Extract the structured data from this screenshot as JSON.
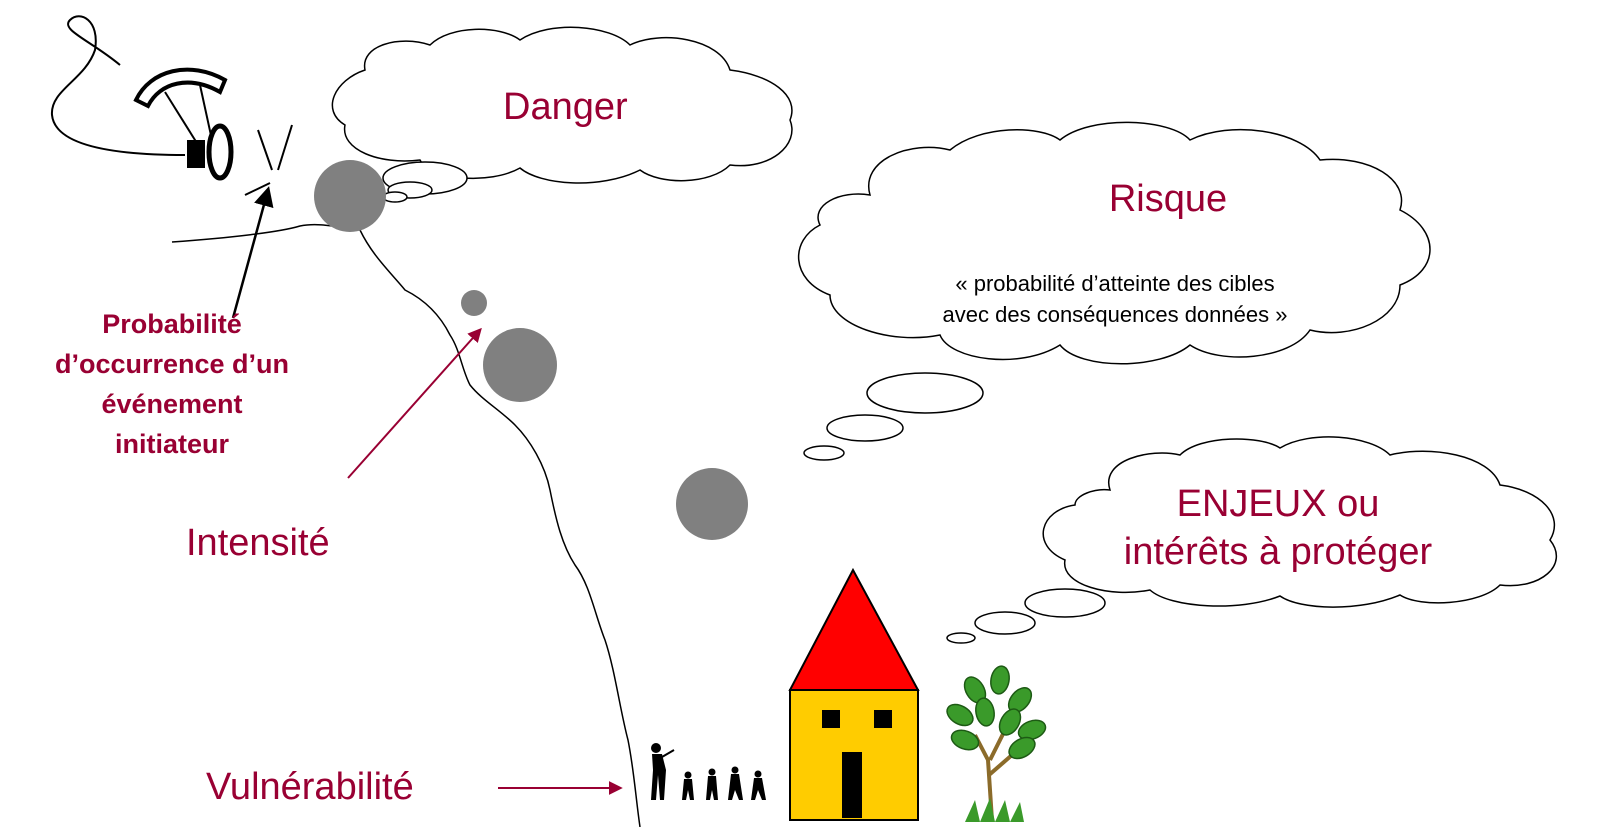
{
  "labels": {
    "danger": "Danger",
    "risque_title": "Risque",
    "risque_definition": [
      "« probabilité d’atteinte des cibles",
      "avec des conséquences données »"
    ],
    "enjeux": [
      "ENJEUX ou",
      "intérêts à protéger"
    ],
    "probabilite": [
      "Probabilité",
      "d’occurrence d’un",
      "événement",
      "initiateur"
    ],
    "intensite": "Intensité",
    "vulnerabilite": "Vulnérabilité"
  },
  "colors": {
    "label": "#990033",
    "boulder": "#808080",
    "roof": "#ff0000",
    "house": "#ffcc00",
    "outline": "#000000",
    "leaf": "#3a9a2a",
    "trunk": "#8b6b2a"
  },
  "icons": [
    "paraglider-icon",
    "boulder-icon",
    "house-icon",
    "tree-icon",
    "people-icon"
  ]
}
